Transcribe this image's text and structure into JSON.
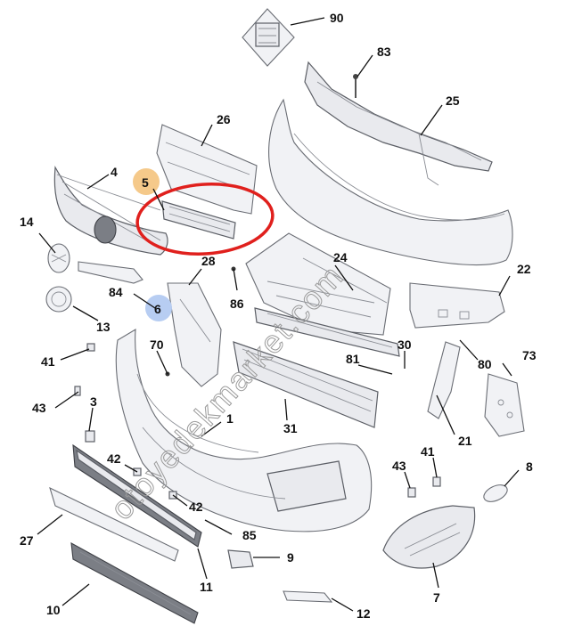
{
  "watermark": "otoyedekmarket.com",
  "highlight": {
    "circle_color": "#e0201d",
    "part": "5"
  },
  "badges": [
    {
      "part": "5",
      "color": "#f5c98a"
    },
    {
      "part": "6",
      "color": "#b7cdf2"
    }
  ],
  "callouts": [
    "90",
    "83",
    "25",
    "26",
    "4",
    "5",
    "14",
    "28",
    "24",
    "22",
    "84",
    "6",
    "86",
    "13",
    "70",
    "30",
    "41",
    "81",
    "80",
    "73",
    "43",
    "3",
    "1",
    "31",
    "21",
    "42",
    "41",
    "43",
    "8",
    "42",
    "27",
    "85",
    "9",
    "11",
    "10",
    "12",
    "7"
  ]
}
